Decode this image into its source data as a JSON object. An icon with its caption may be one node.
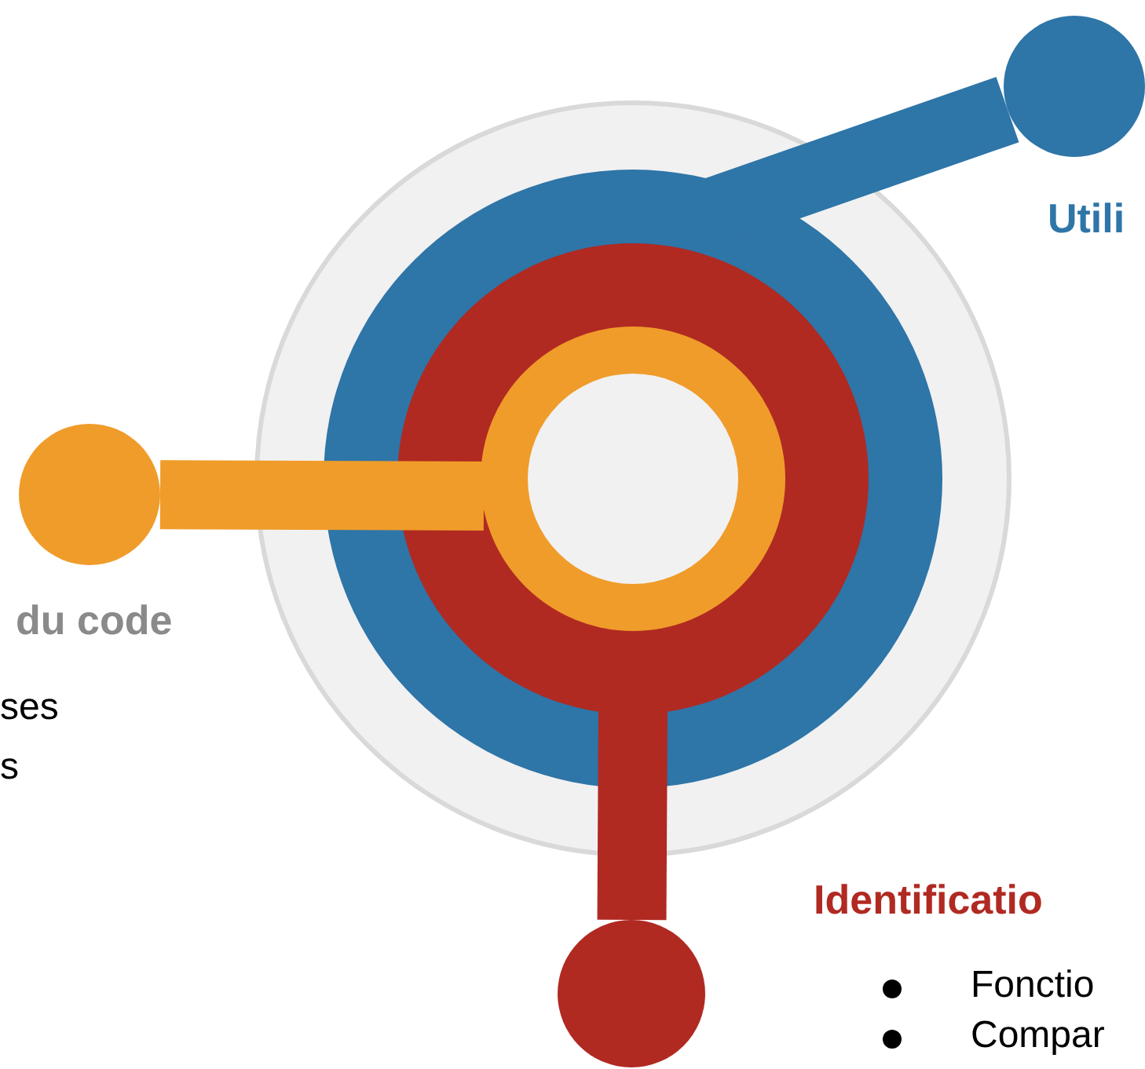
{
  "diagram": {
    "nodes": [
      {
        "text": [],
        "shape": "circle"
      },
      {
        "text": [],
        "shape": "circle",
        "in": 0
      },
      {
        "text": [],
        "shape": "circle",
        "in": 1
      },
      {
        "text": [],
        "shape": "circle",
        "in": 2
      },
      {
        "text": [],
        "shape": "circle",
        "beside": [
          "Utili"
        ]
      },
      {
        "text": [],
        "shape": "circle",
        "beside": [
          "du code"
        ]
      },
      {
        "text": [],
        "shape": "circle",
        "beside": [
          "Identificatio"
        ]
      }
    ],
    "edges": [
      {
        "from": 1,
        "to": 4,
        "arrow": "none",
        "color": "#2e75a8"
      },
      {
        "from": 3,
        "to": 5,
        "arrow": "none",
        "color": "#f09c2a"
      },
      {
        "from": 2,
        "to": 6,
        "arrow": "none",
        "color": "#b02a22"
      }
    ],
    "labels": [
      "ses",
      "s",
      "Fonctio",
      "Compar"
    ]
  }
}
